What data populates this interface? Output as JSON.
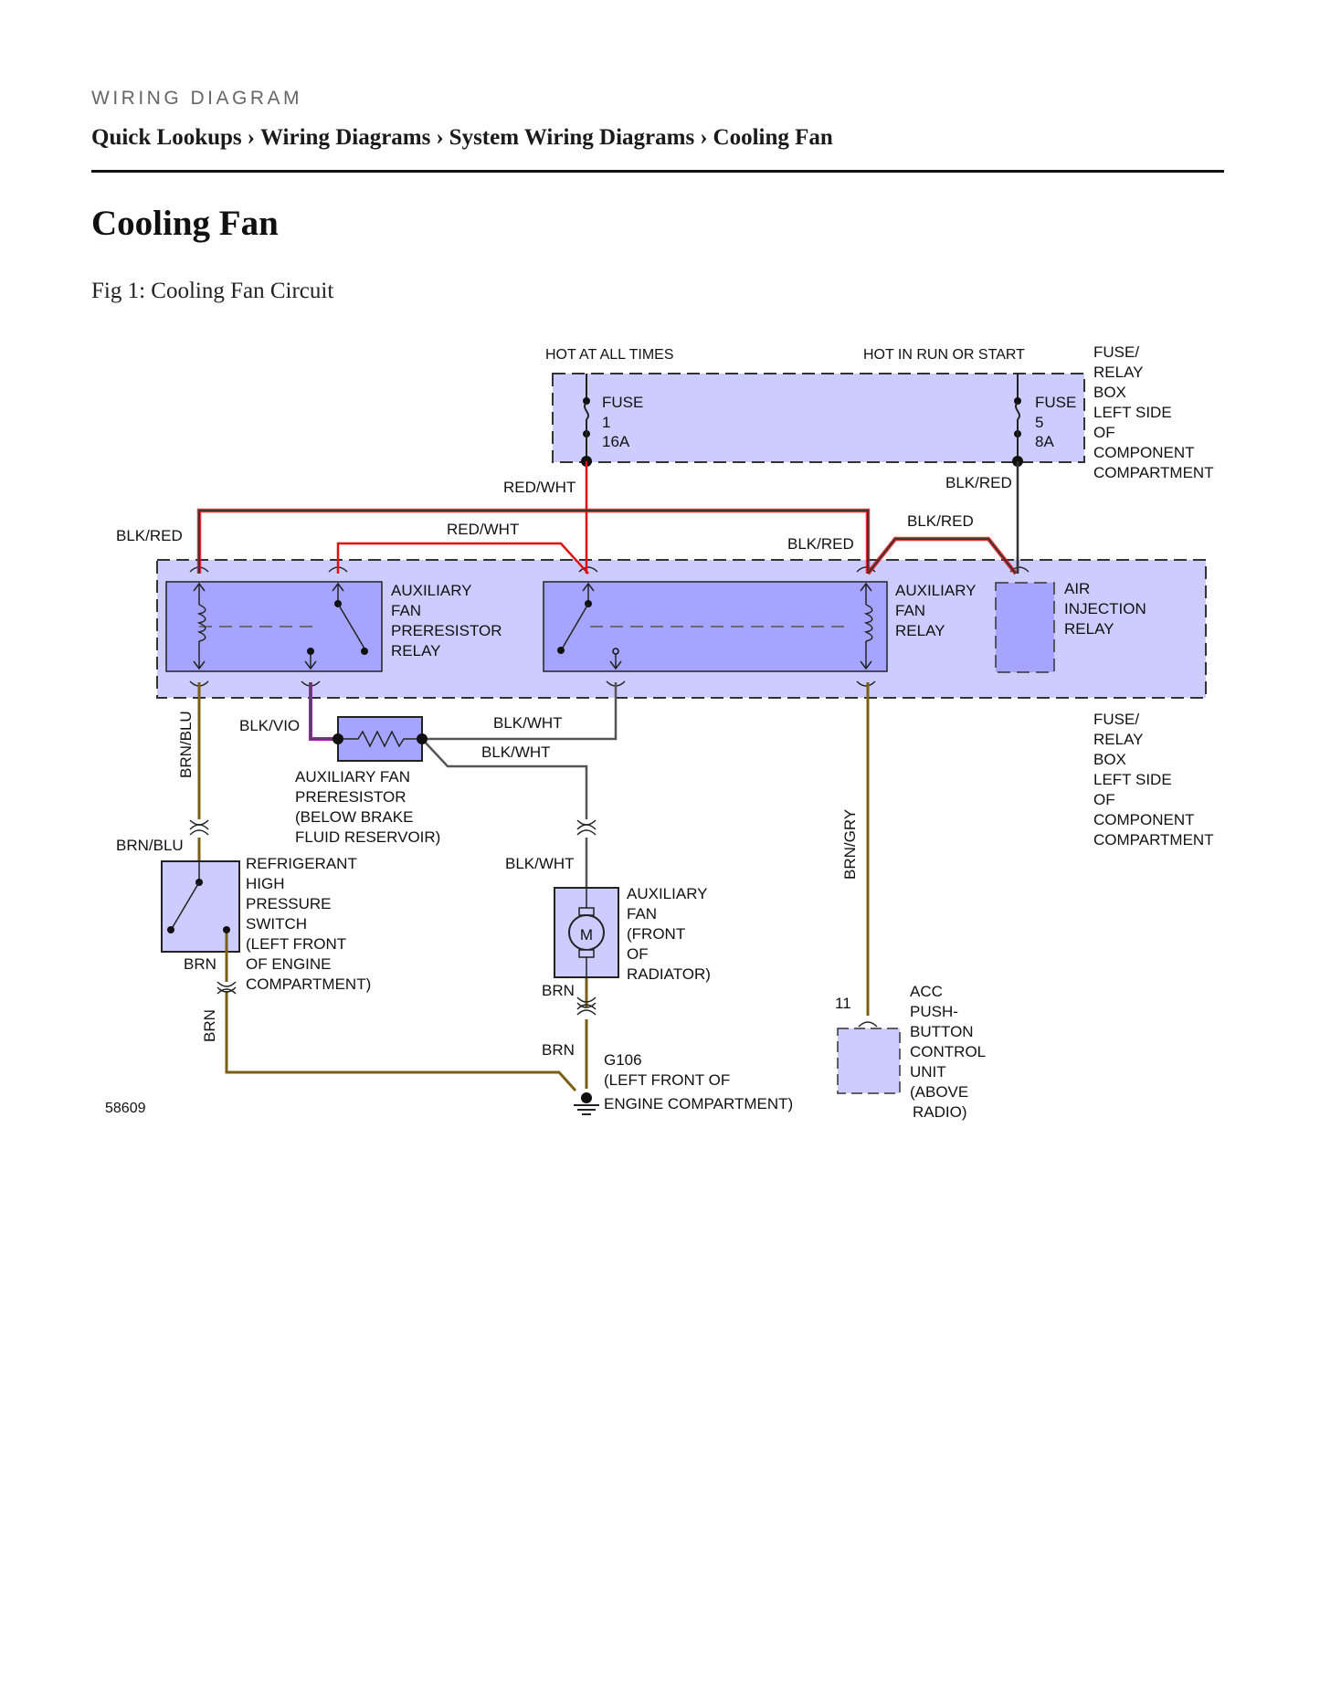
{
  "header": {
    "kicker": "WIRING DIAGRAM",
    "breadcrumb": [
      "Quick Lookups",
      "Wiring Diagrams",
      "System Wiring Diagrams",
      "Cooling Fan"
    ],
    "separator": "›"
  },
  "page_title": "Cooling Fan",
  "figure_caption": "Fig 1: Cooling Fan Circuit",
  "colors": {
    "box_fill": "#ccccff",
    "relay_fill": "#a5a5ff",
    "red": "#dd1111",
    "black": "#333333",
    "brown": "#7a6010",
    "violet": "#a020b0",
    "gray": "#555555"
  },
  "diagram": {
    "power_labels": {
      "hot_at_all_times": "HOT AT ALL TIMES",
      "hot_in_run": "HOT IN RUN OR START"
    },
    "fuse1": {
      "name": "FUSE",
      "number": "1",
      "rating": "16A"
    },
    "fuse5": {
      "name": "FUSE",
      "number": "5",
      "rating": "8A"
    },
    "fuse_box_label": [
      "FUSE/",
      "RELAY",
      "BOX",
      "LEFT SIDE",
      "OF",
      "COMPONENT",
      "COMPARTMENT"
    ],
    "relay_box_label": [
      "FUSE/",
      "RELAY",
      "BOX",
      "LEFT SIDE",
      "OF",
      "COMPONENT",
      "COMPARTMENT"
    ],
    "prerelay_label": [
      "AUXILIARY",
      "FAN",
      "PRERESISTOR",
      "RELAY"
    ],
    "fanrelay_label": [
      "AUXILIARY",
      "FAN",
      "RELAY"
    ],
    "airinj_label": [
      "AIR",
      "INJECTION",
      "RELAY"
    ],
    "preresistor_label": [
      "AUXILIARY FAN",
      "PRERESISTOR",
      "(BELOW BRAKE",
      "FLUID RESERVOIR)"
    ],
    "switch_label": [
      "REFRIGERANT",
      "HIGH",
      "PRESSURE",
      "SWITCH",
      "(LEFT FRONT",
      "OF ENGINE",
      "COMPARTMENT)"
    ],
    "fan_label": [
      "AUXILIARY",
      "FAN",
      "(FRONT",
      "OF",
      "RADIATOR)"
    ],
    "motor_symbol": "M",
    "ground_label": [
      "G106",
      "(LEFT FRONT OF",
      "ENGINE COMPARTMENT)"
    ],
    "acc_label": [
      "ACC",
      "PUSH-",
      "BUTTON",
      "CONTROL",
      "UNIT",
      "(ABOVE",
      "RADIO)"
    ],
    "acc_pin": "11",
    "figure_number": "58609",
    "wire_labels": {
      "red_wht_a": "RED/WHT",
      "red_wht_b": "RED/WHT",
      "blk_red_a": "BLK/RED",
      "blk_red_b": "BLK/RED",
      "blk_red_c": "BLK/RED",
      "blk_red_d": "BLK/RED",
      "blk_vio": "BLK/VIO",
      "blk_wht_a": "BLK/WHT",
      "blk_wht_b": "BLK/WHT",
      "blk_wht_c": "BLK/WHT",
      "brn_blu_a": "BRN/BLU",
      "brn_blu_b": "BRN/BLU",
      "brn_a": "BRN",
      "brn_b": "BRN",
      "brn_c": "BRN",
      "brn_d": "BRN",
      "brn_gry": "BRN/GRY"
    }
  }
}
